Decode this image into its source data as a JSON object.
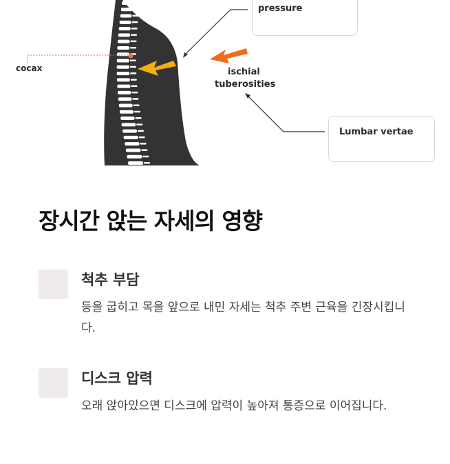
{
  "illustration": {
    "labels": {
      "pressure": "pressure",
      "cocax": "cocax",
      "ischial": "ischial",
      "tuberosities": "tuberosities",
      "lumbar": "Lumbar vertae"
    },
    "colors": {
      "body": "#333333",
      "spine": "#ffffff",
      "arrow_yellow": "#f5ad14",
      "arrow_orange": "#f26a1b",
      "dot": "#e8703a"
    }
  },
  "section": {
    "title": "장시간 앉는 자세의 영향"
  },
  "items": [
    {
      "title": "척추 부담",
      "description": "등을 굽히고 목을 앞으로 내민 자세는 척추 주변 근육을 긴장시킵니다."
    },
    {
      "title": "디스크 압력",
      "description": "오래 앉아있으면 디스크에 압력이 높아져 통증으로 이어집니다."
    }
  ]
}
